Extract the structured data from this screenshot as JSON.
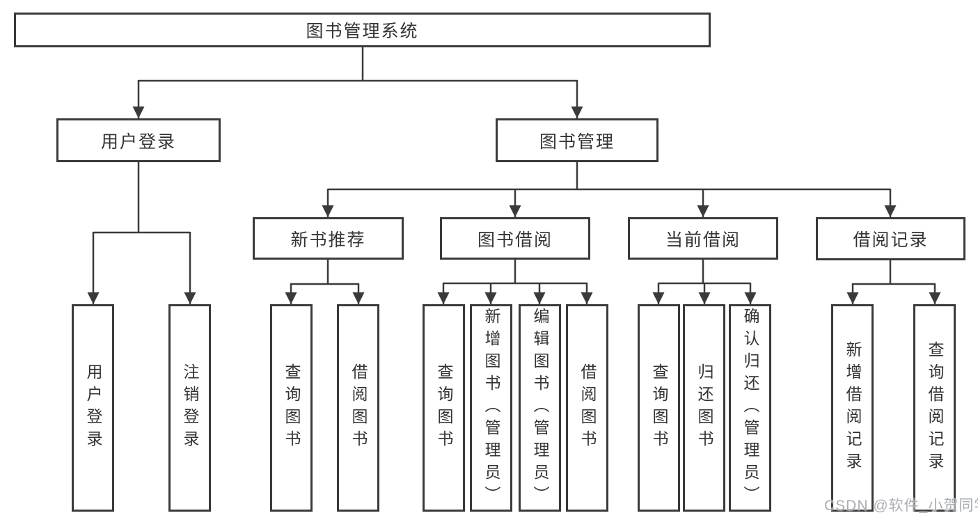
{
  "diagram": {
    "root": {
      "label": "图书管理系统"
    },
    "level2": {
      "user_login": {
        "label": "用户登录"
      },
      "book_management": {
        "label": "图书管理"
      }
    },
    "level3": {
      "new_book_recommend": {
        "label": "新书推荐"
      },
      "book_borrow": {
        "label": "图书借阅"
      },
      "current_borrow": {
        "label": "当前借阅"
      },
      "borrow_records": {
        "label": "借阅记录"
      }
    },
    "leaves": {
      "user_login_children": [
        {
          "label": "用户登录"
        },
        {
          "label": "注销登录"
        }
      ],
      "new_book_children": [
        {
          "label": "查询图书"
        },
        {
          "label": "借阅图书"
        }
      ],
      "book_borrow_children": [
        {
          "label": "查询图书"
        },
        {
          "label": "新增图书（管理员）"
        },
        {
          "label": "编辑图书（管理员）"
        },
        {
          "label": "借阅图书"
        }
      ],
      "current_borrow_children": [
        {
          "label": "查询图书"
        },
        {
          "label": "归还图书"
        },
        {
          "label": "确认归还（管理员）"
        }
      ],
      "borrow_record_children": [
        {
          "label": "新增借阅记录"
        },
        {
          "label": "查询借阅记录"
        }
      ]
    }
  },
  "watermark": {
    "text": "CSDN @软件_小贺同学"
  },
  "colors": {
    "line": "#3a3a3a",
    "text": "#333333",
    "watermark": "#a3a8ae",
    "background": "#ffffff"
  }
}
